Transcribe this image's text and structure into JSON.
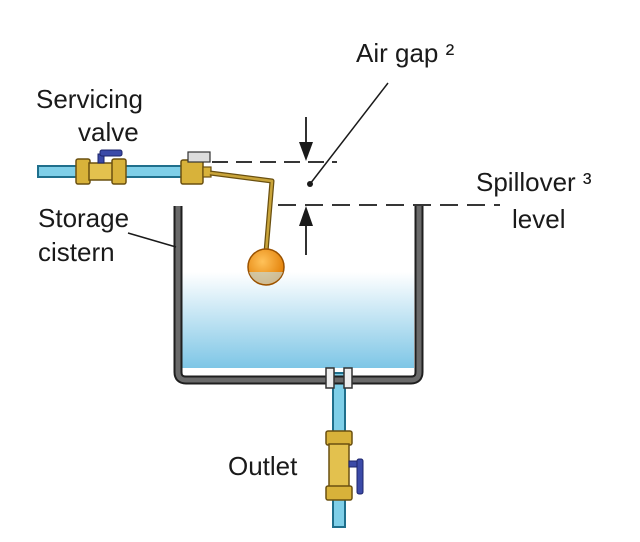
{
  "labels": {
    "servicing_valve_line1": "Servicing",
    "servicing_valve_line2": "valve",
    "storage_cistern_line1": "Storage",
    "storage_cistern_line2": "cistern",
    "air_gap": "Air gap ²",
    "spillover_line1": "Spillover ³",
    "spillover_line2": "level",
    "outlet": "Outlet"
  },
  "colors": {
    "pipe": "#7fcfe8",
    "pipe_outline": "#1f6f8c",
    "cistern_wall": "#555555",
    "water_top": "#ffffff",
    "water_bottom": "#7ec6e6",
    "brass": "#d8b23a",
    "brass_dark": "#8a6a10",
    "valve_handle": "#3b4aa8",
    "float_ball": "#f39a1c",
    "float_arm": "#a88a20"
  }
}
